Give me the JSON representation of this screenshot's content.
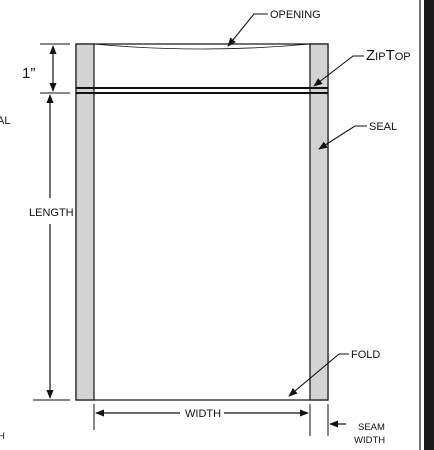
{
  "labels": {
    "opening": "OPENING",
    "one_inch": "1”",
    "ziptop": "ZipTop",
    "seal": "SEAL",
    "seal_partial": "AL",
    "length": "LENGTH",
    "fold": "FOLD",
    "width": "WIDTH",
    "seam_line1": "SEAM",
    "seam_line2": "WIDTH",
    "bottom_partial": "H"
  },
  "colors": {
    "line": "#111111",
    "seam_fill": "#d3d3d3",
    "frame": "#1a1a1a"
  }
}
